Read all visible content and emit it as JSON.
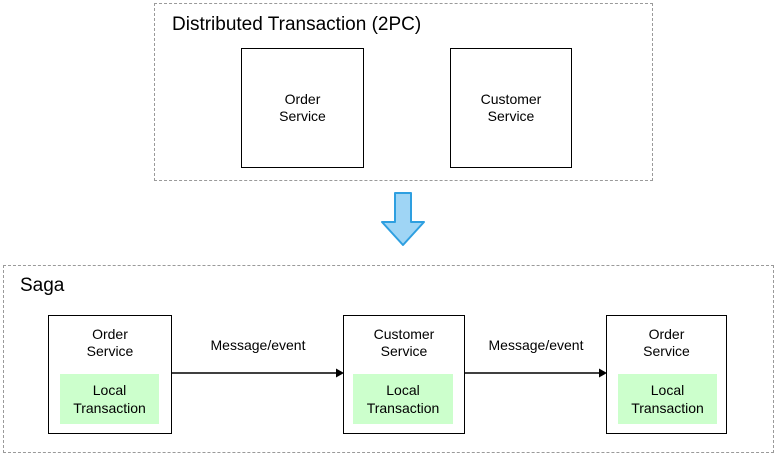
{
  "diagram": {
    "title_top": "Distributed Transaction (2PC)",
    "title_bottom": "Saga",
    "accent_green": "#ccffcc",
    "accent_blue_fill": "#9fd5f5",
    "accent_blue_stroke": "#2e9fe0",
    "box_stroke": "#000000",
    "group_stroke": "#9a9a9a",
    "background": "#ffffff"
  },
  "two_pc": {
    "title": "Distributed Transaction (2PC)",
    "services": [
      {
        "name": "Order\nService"
      },
      {
        "name": "Customer\nService"
      }
    ]
  },
  "transition": {
    "icon": "down-arrow-icon"
  },
  "saga": {
    "title": "Saga",
    "steps": [
      {
        "name": "Order\nService",
        "local_transaction": "Local\nTransaction"
      },
      {
        "name": "Customer\nService",
        "local_transaction": "Local\nTransaction"
      },
      {
        "name": "Order\nService",
        "local_transaction": "Local\nTransaction"
      }
    ],
    "connectors": [
      {
        "label": "Message/event"
      },
      {
        "label": "Message/event"
      }
    ]
  }
}
